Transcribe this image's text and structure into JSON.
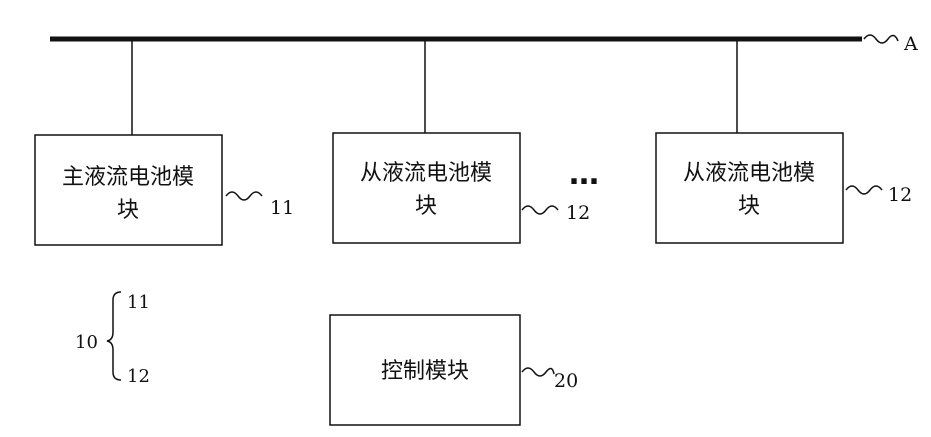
{
  "bus": {
    "label": "A"
  },
  "master_module": {
    "line1": "主液流电池模",
    "line2": "块",
    "ref": "11"
  },
  "slave_module_1": {
    "line1": "从液流电池模",
    "line2": "块",
    "ref": "12"
  },
  "slave_module_2": {
    "line1": "从液流电池模",
    "line2": "块",
    "ref": "12"
  },
  "ellipsis": "…",
  "control_module": {
    "label": "控制模块",
    "ref": "20"
  },
  "legend": {
    "group": "10",
    "item1": "11",
    "item2": "12"
  }
}
